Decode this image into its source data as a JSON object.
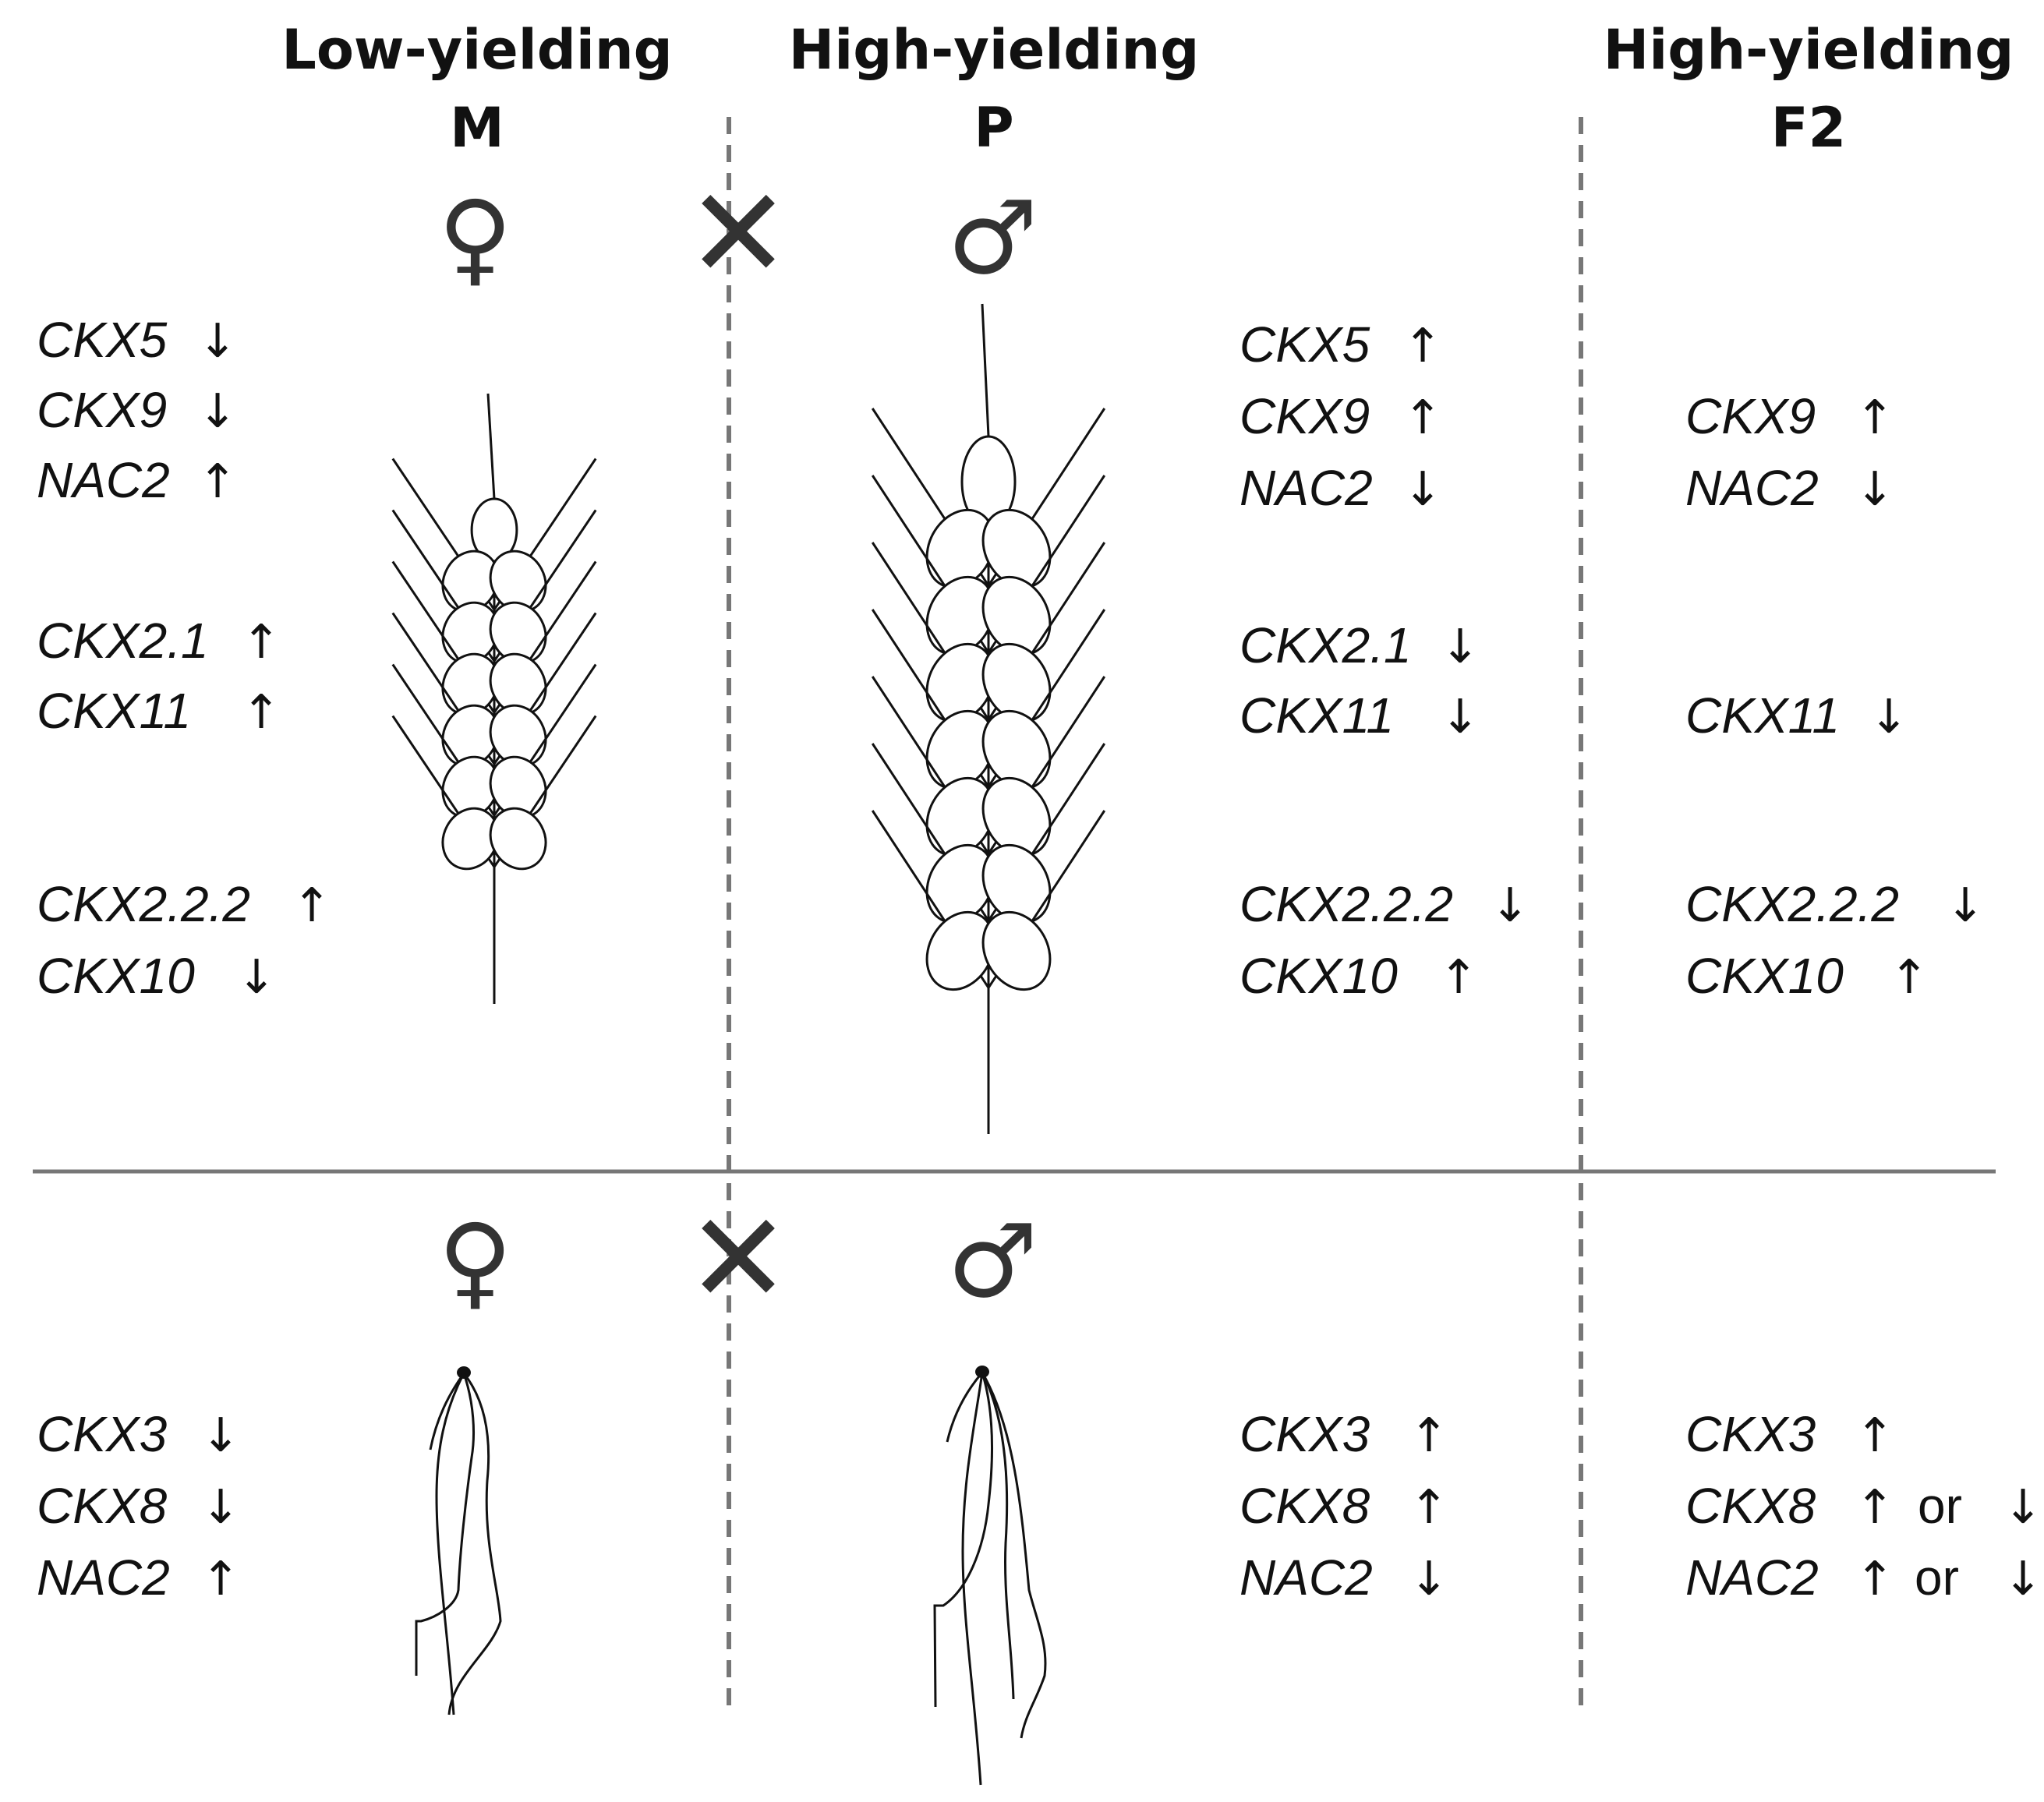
{
  "headers": {
    "m": {
      "line1": "Low-yielding",
      "line2": "M"
    },
    "p": {
      "line1": "High-yielding",
      "line2": "P"
    },
    "f2": {
      "line1": "High-yielding",
      "line2": "F2"
    }
  },
  "symbols": {
    "female": "♀",
    "male": "♂",
    "cross": "✕",
    "up": "↑",
    "down": "↓",
    "or": "or"
  },
  "spike": {
    "m": [
      {
        "gene": "CKX5",
        "dir": "down"
      },
      {
        "gene": "CKX9",
        "dir": "down"
      },
      {
        "gene": "NAC2",
        "dir": "up"
      },
      {
        "gene": "CKX2.1",
        "dir": "up"
      },
      {
        "gene": "CKX11",
        "dir": "up"
      },
      {
        "gene": "CKX2.2.2",
        "dir": "up"
      },
      {
        "gene": "CKX10",
        "dir": "down"
      }
    ],
    "p": [
      {
        "gene": "CKX5",
        "dir": "up"
      },
      {
        "gene": "CKX9",
        "dir": "up"
      },
      {
        "gene": "NAC2",
        "dir": "down"
      },
      {
        "gene": "CKX2.1",
        "dir": "down"
      },
      {
        "gene": "CKX11",
        "dir": "down"
      },
      {
        "gene": "CKX2.2.2",
        "dir": "down"
      },
      {
        "gene": "CKX10",
        "dir": "up"
      }
    ],
    "f2": [
      {
        "gene": "CKX9",
        "dir": "up"
      },
      {
        "gene": "NAC2",
        "dir": "down"
      },
      {
        "gene": "CKX11",
        "dir": "down"
      },
      {
        "gene": "CKX2.2.2",
        "dir": "down"
      },
      {
        "gene": "CKX10",
        "dir": "up"
      }
    ]
  },
  "seedling": {
    "m": [
      {
        "gene": "CKX3",
        "dir": "down"
      },
      {
        "gene": "CKX8",
        "dir": "down"
      },
      {
        "gene": "NAC2",
        "dir": "up"
      }
    ],
    "p": [
      {
        "gene": "CKX3",
        "dir": "up"
      },
      {
        "gene": "CKX8",
        "dir": "up"
      },
      {
        "gene": "NAC2",
        "dir": "down"
      }
    ],
    "f2": [
      {
        "gene": "CKX3",
        "dir": "up"
      },
      {
        "gene": "CKX8",
        "dir": "up",
        "alt": "down"
      },
      {
        "gene": "NAC2",
        "dir": "up",
        "alt": "down"
      }
    ]
  }
}
